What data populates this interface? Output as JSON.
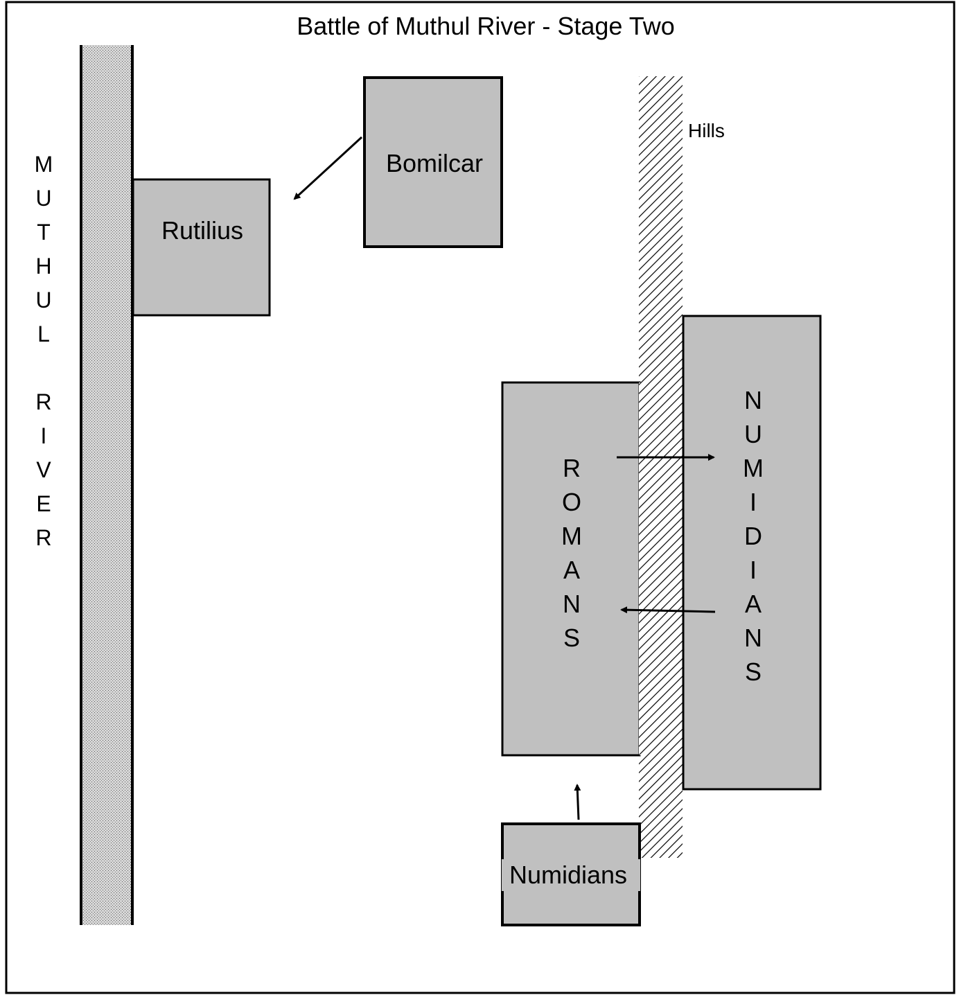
{
  "title": "Battle of Muthul River - Stage Two",
  "river_label": "MUTHUL RIVER",
  "hills_label": "Hills",
  "units": {
    "rutilius": "Rutilius",
    "bomilcar": "Bomilcar",
    "romans": "ROMANS",
    "numidians_main": "NUMIDIANS",
    "numidians_reserve": "Numidians"
  },
  "colors": {
    "unit_fill": "#c0c0c0",
    "stroke": "#000000",
    "background": "#ffffff"
  }
}
